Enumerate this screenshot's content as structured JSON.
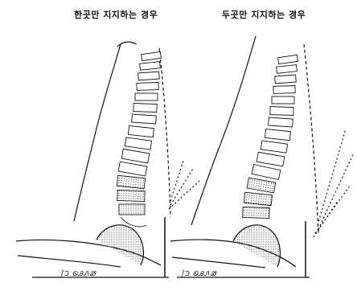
{
  "captions": {
    "left": "한곳만 지지하는 경우",
    "right": "두곳만 지지하는 경우"
  },
  "annotations": {
    "left_base": "ʃ̃Ͻ ᏫᎯᏁᏪ",
    "right_base": "ʃ̃Ͻ ᏫᎯᏁᏪ"
  }
}
